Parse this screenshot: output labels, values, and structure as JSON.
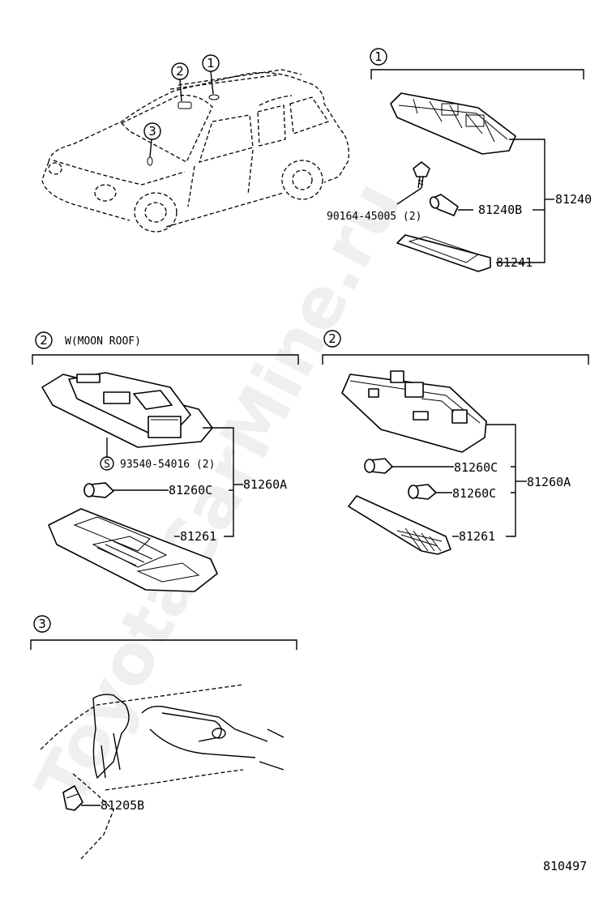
{
  "watermark": "ToyotaCarMine.ru",
  "diagram_id": "810497",
  "callouts": [
    "1",
    "2",
    "3"
  ],
  "section1": {
    "number": "1",
    "parts": {
      "assembly": "81240",
      "bulb": "81240B",
      "screw": "90164-45005 (2)",
      "lens": "81241"
    }
  },
  "section2a": {
    "number": "2",
    "title": "W(MOON  ROOF)",
    "parts": {
      "screw_symbol": "S",
      "screw": "93540-54016 (2)",
      "bulb": "81260C",
      "assembly": "81260A",
      "lens": "81261"
    }
  },
  "section2b": {
    "number": "2",
    "parts": {
      "bulb1": "81260C",
      "bulb2": "81260C",
      "assembly": "81260A",
      "lens": "81261"
    }
  },
  "section3": {
    "number": "3",
    "parts": {
      "bulb": "81205B"
    }
  }
}
